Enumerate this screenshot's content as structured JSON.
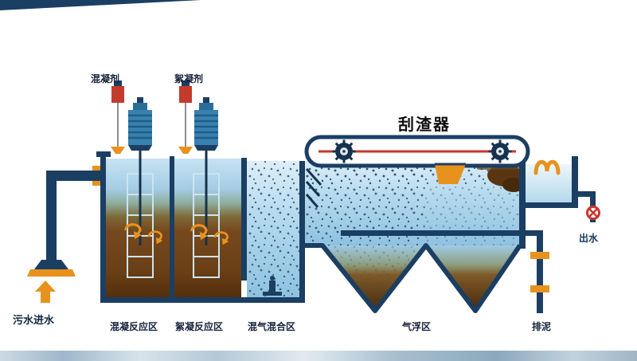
{
  "diagram": {
    "dosing": {
      "coagulant": "混凝剂",
      "flocculant": "絮凝剂"
    },
    "equipment": {
      "scraper": "刮渣器"
    },
    "zones": [
      {
        "id": "coagulation-reaction",
        "label": "混凝反应区"
      },
      {
        "id": "flocculation-reaction",
        "label": "絮凝反应区"
      },
      {
        "id": "gas-mixing",
        "label": "混气混合区"
      },
      {
        "id": "air-flotation",
        "label": "气浮区"
      }
    ],
    "flows": {
      "inlet": "污水进水",
      "outlet": "出水",
      "sludge_discharge": "排泥"
    }
  },
  "colors": {
    "pipe_navy": "#1b3e63",
    "accent_orange": "#e8921e",
    "canister_red": "#c23b2c",
    "belt_red": "#c9372b",
    "motor_blue": "#3981b0",
    "water_light": "#ddeef8",
    "water_mid": "#8ec2e0",
    "sludge_brown": "#6b4016",
    "bubble_dot": "#2c5272"
  },
  "icons": {
    "gear": "gear-icon",
    "rotation_arrow": "rotation-arrow-icon",
    "mixer_motor": "motor-icon",
    "up_arrow": "up-arrow-icon",
    "valve_wheel": "valve-wheel-icon",
    "water_jet": "water-jet-icon",
    "dosing_tank": "dosing-tank-icon"
  }
}
